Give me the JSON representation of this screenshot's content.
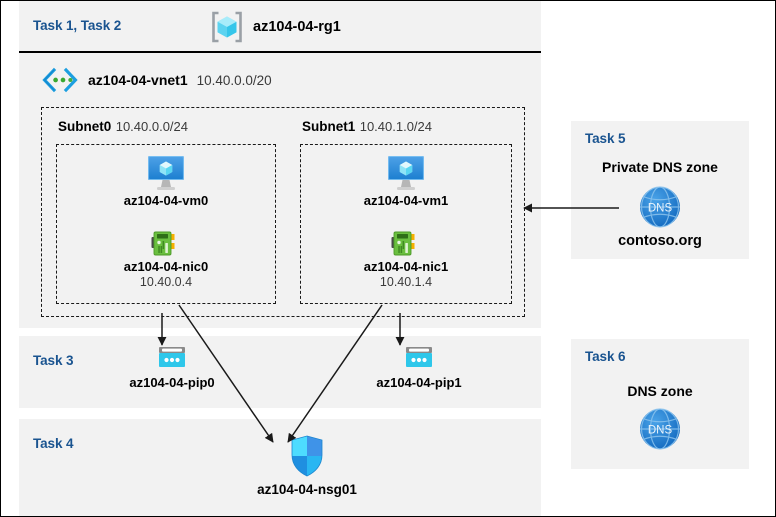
{
  "header": {
    "task_label": "Task 1, Task 2",
    "resource_group_icon": "resource-group-cube-icon",
    "resource_group_name": "az104-04-rg1"
  },
  "vnet": {
    "icon": "virtual-network-icon",
    "name": "az104-04-vnet1",
    "cidr": "10.40.0.0/20",
    "subnets": [
      {
        "title": "Subnet0",
        "cidr": "10.40.0.0/24",
        "vm": {
          "icon": "virtual-machine-icon",
          "name": "az104-04-vm0"
        },
        "nic": {
          "icon": "network-interface-icon",
          "name": "az104-04-nic0",
          "ip": "10.40.0.4"
        }
      },
      {
        "title": "Subnet1",
        "cidr": "10.40.1.0/24",
        "vm": {
          "icon": "virtual-machine-icon",
          "name": "az104-04-vm1"
        },
        "nic": {
          "icon": "network-interface-icon",
          "name": "az104-04-nic1",
          "ip": "10.40.1.4"
        }
      }
    ]
  },
  "task3": {
    "task_label": "Task 3",
    "public_ips": [
      {
        "icon": "public-ip-address-icon",
        "name": "az104-04-pip0"
      },
      {
        "icon": "public-ip-address-icon",
        "name": "az104-04-pip1"
      }
    ]
  },
  "task4": {
    "task_label": "Task 4",
    "nsg": {
      "icon": "network-security-group-shield-icon",
      "name": "az104-04-nsg01"
    }
  },
  "task5": {
    "task_label": "Task 5",
    "title": "Private DNS zone",
    "icon": "dns-globe-icon",
    "zone_name": "contoso.org"
  },
  "task6": {
    "task_label": "Task 6",
    "title": "DNS zone",
    "icon": "dns-globe-icon"
  },
  "colors": {
    "task_label": "#1a5490",
    "panel_background": "#f2f2f2",
    "page_background": "#ffffff",
    "vm_blue": "#2f87d8",
    "nic_green": "#4caf2a",
    "pip_cyan": "#2ec7ea",
    "nsg_blue": "#2b9cf4",
    "dns_blue": "#1f7fd4",
    "rg_cube_cyan": "#5ad5f0",
    "connector": "#1a1a1a"
  }
}
